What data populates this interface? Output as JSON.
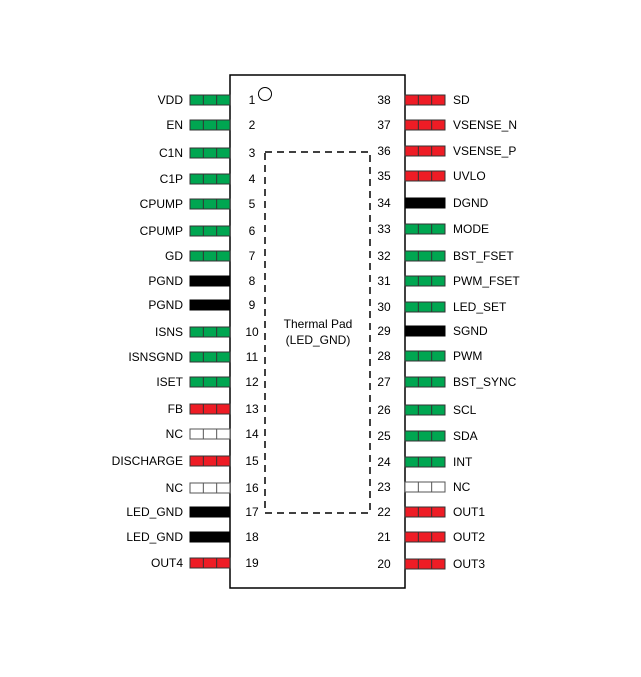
{
  "colors": {
    "green": "#00a651",
    "red": "#ee1c25",
    "black": "#000000",
    "white": "#ffffff"
  },
  "package": {
    "thermal_pad_line1": "Thermal Pad",
    "thermal_pad_line2": "(LED_GND)"
  },
  "left_pins": [
    {
      "num": "1",
      "name": "VDD",
      "color": "green"
    },
    {
      "num": "2",
      "name": "EN",
      "color": "green"
    },
    {
      "num": "3",
      "name": "C1N",
      "color": "green"
    },
    {
      "num": "4",
      "name": "C1P",
      "color": "green"
    },
    {
      "num": "5",
      "name": "CPUMP",
      "color": "green"
    },
    {
      "num": "6",
      "name": "CPUMP",
      "color": "green"
    },
    {
      "num": "7",
      "name": "GD",
      "color": "green"
    },
    {
      "num": "8",
      "name": "PGND",
      "color": "black"
    },
    {
      "num": "9",
      "name": "PGND",
      "color": "black"
    },
    {
      "num": "10",
      "name": "ISNS",
      "color": "green"
    },
    {
      "num": "11",
      "name": "ISNSGND",
      "color": "green"
    },
    {
      "num": "12",
      "name": "ISET",
      "color": "green"
    },
    {
      "num": "13",
      "name": "FB",
      "color": "red"
    },
    {
      "num": "14",
      "name": "NC",
      "color": "white"
    },
    {
      "num": "15",
      "name": "DISCHARGE",
      "color": "red"
    },
    {
      "num": "16",
      "name": "NC",
      "color": "white"
    },
    {
      "num": "17",
      "name": "LED_GND",
      "color": "black"
    },
    {
      "num": "18",
      "name": "LED_GND",
      "color": "black"
    },
    {
      "num": "19",
      "name": "OUT4",
      "color": "red"
    }
  ],
  "right_pins": [
    {
      "num": "38",
      "name": "SD",
      "color": "red"
    },
    {
      "num": "37",
      "name": "VSENSE_N",
      "color": "red"
    },
    {
      "num": "36",
      "name": "VSENSE_P",
      "color": "red"
    },
    {
      "num": "35",
      "name": "UVLO",
      "color": "red"
    },
    {
      "num": "34",
      "name": "DGND",
      "color": "black"
    },
    {
      "num": "33",
      "name": "MODE",
      "color": "green"
    },
    {
      "num": "32",
      "name": "BST_FSET",
      "color": "green"
    },
    {
      "num": "31",
      "name": "PWM_FSET",
      "color": "green"
    },
    {
      "num": "30",
      "name": "LED_SET",
      "color": "green"
    },
    {
      "num": "29",
      "name": "SGND",
      "color": "black"
    },
    {
      "num": "28",
      "name": "PWM",
      "color": "green"
    },
    {
      "num": "27",
      "name": "BST_SYNC",
      "color": "green"
    },
    {
      "num": "26",
      "name": "SCL",
      "color": "green"
    },
    {
      "num": "25",
      "name": "SDA",
      "color": "green"
    },
    {
      "num": "24",
      "name": "INT",
      "color": "green"
    },
    {
      "num": "23",
      "name": "NC",
      "color": "white"
    },
    {
      "num": "22",
      "name": "OUT1",
      "color": "red"
    },
    {
      "num": "21",
      "name": "OUT2",
      "color": "red"
    },
    {
      "num": "20",
      "name": "OUT3",
      "color": "red"
    }
  ]
}
